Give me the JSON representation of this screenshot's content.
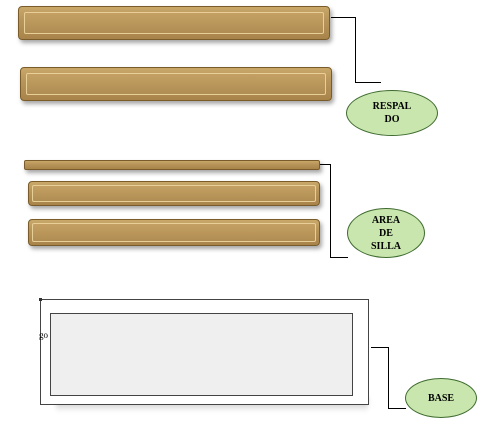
{
  "diagram": {
    "backrest": {
      "label": "RESPAL\nDO",
      "planks": 2
    },
    "seat_area": {
      "label": "AREA\nDE\nSILLA",
      "planks": 3
    },
    "base": {
      "label": "BASE",
      "mark": "go"
    },
    "colors": {
      "wood": "#b8955a",
      "label_fill": "#c8e6ad",
      "label_border": "#3f6b2f",
      "base_fill": "#efefef"
    }
  }
}
